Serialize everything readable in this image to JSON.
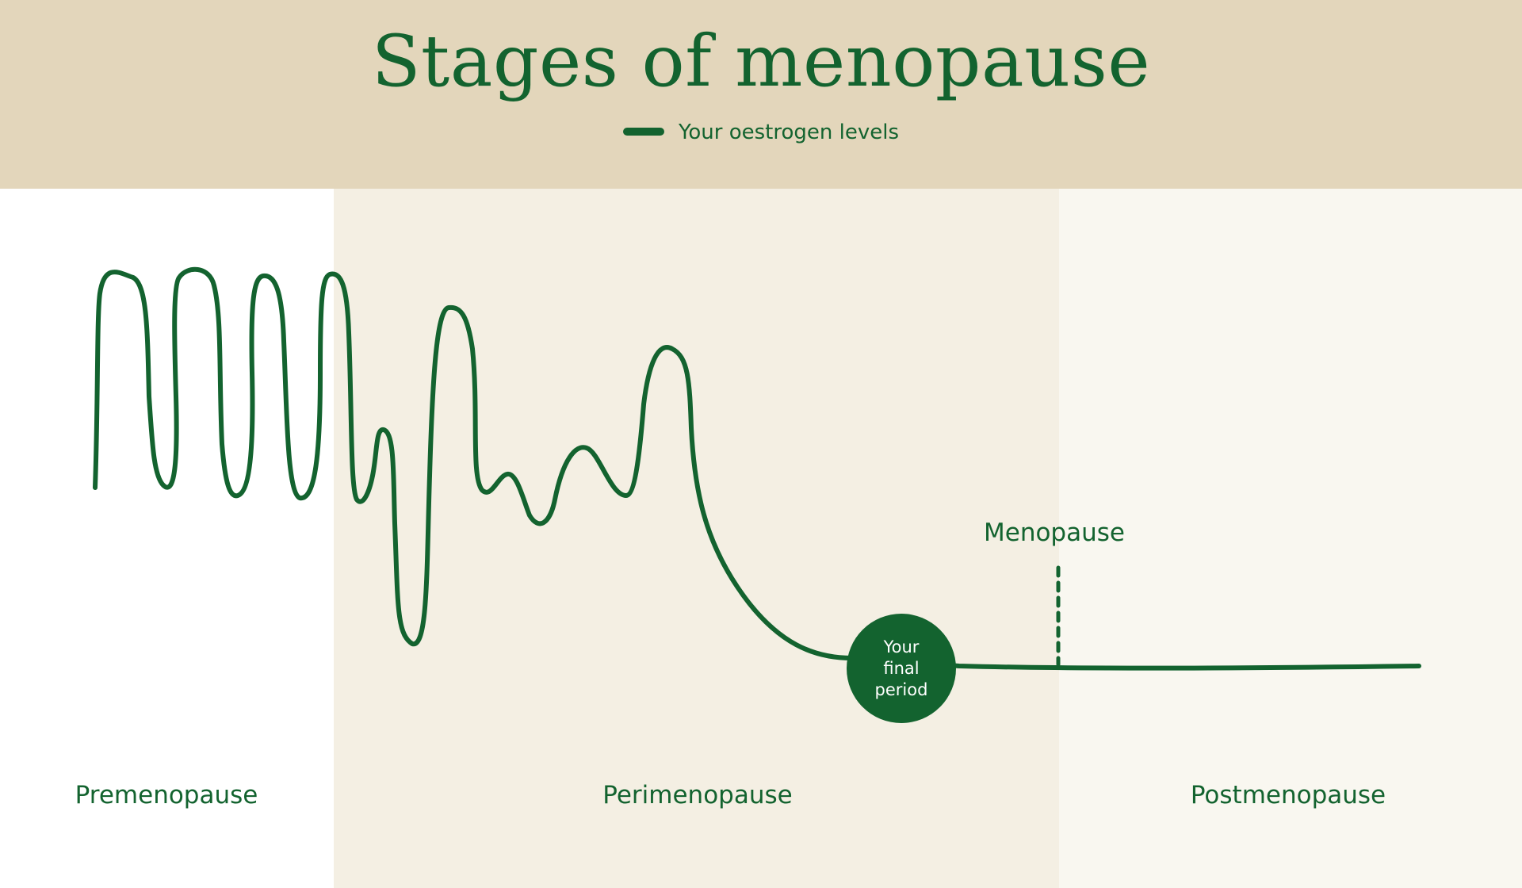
{
  "header": {
    "title": "Stages of menopause",
    "legend_label": "Your oestrogen levels"
  },
  "colors": {
    "header_bg": "#e3d6bb",
    "line": "#13632f",
    "premenopause_bg": "#ffffff",
    "perimenopause_bg": "#f4efe3",
    "postmenopause_bg": "#f9f7f0",
    "marker_text": "#ffffff"
  },
  "stages": {
    "premenopause": "Premenopause",
    "perimenopause": "Perimenopause",
    "postmenopause": "Postmenopause"
  },
  "markers": {
    "final_period": "Your final period",
    "menopause": "Menopause"
  }
}
